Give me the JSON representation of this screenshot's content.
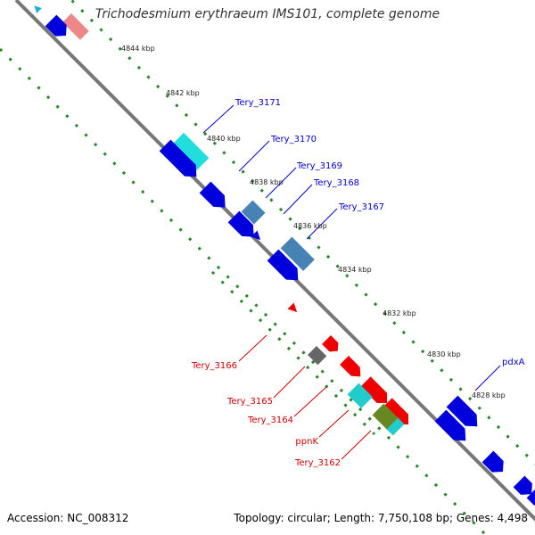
{
  "title": "Trichodesmium erythraeum IMS101, complete genome",
  "footer": {
    "accession": "Accession: NC_008312",
    "stats": "Topology: circular; Length: 7,750,108 bp; Genes: 4,498"
  },
  "colors": {
    "backbone": "#888888",
    "ticks": "#228822",
    "forward_gene": "#0000dd",
    "reverse_gene": "#ee0000",
    "forward_label": "#0000cc",
    "reverse_label": "#cc0000",
    "cyan_feature": "#22cccc",
    "steel_feature": "#4682b4",
    "salmon_feature": "#ee8888",
    "gray_feature": "#666666",
    "olive_feature": "#668822"
  },
  "scale_labels": [
    "4844 kbp",
    "4842 kbp",
    "4840 kbp",
    "4838 kbp",
    "4836 kbp",
    "4834 kbp",
    "4832 kbp",
    "4830 kbp",
    "4828 kbp"
  ],
  "forward_genes": [
    "Tery_3171",
    "Tery_3170",
    "Tery_3169",
    "Tery_3168",
    "Tery_3167",
    "pdxA"
  ],
  "reverse_genes": [
    "Tery_3166",
    "Tery_3165",
    "Tery_3164",
    "ppnK",
    "Tery_3162"
  ]
}
